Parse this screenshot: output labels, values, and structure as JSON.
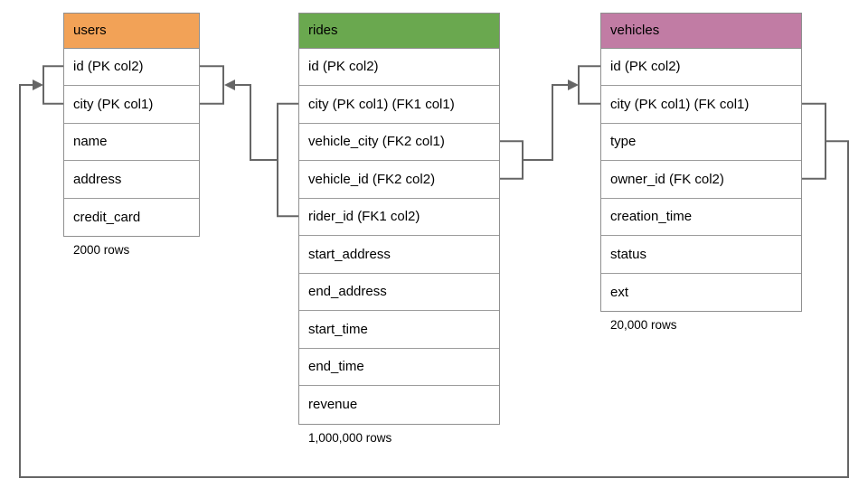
{
  "diagram": {
    "tables": [
      {
        "name": "users",
        "header_color": "#F2A257",
        "columns": [
          "id (PK col2)",
          "city (PK col1)",
          "name",
          "address",
          "credit_card"
        ],
        "row_count": "2000 rows"
      },
      {
        "name": "rides",
        "header_color": "#6AA84F",
        "columns": [
          "id (PK col2)",
          "city (PK col1) (FK1 col1)",
          "vehicle_city (FK2 col1)",
          "vehicle_id (FK2 col2)",
          "rider_id (FK1 col2)",
          "start_address",
          "end_address",
          "start_time",
          "end_time",
          "revenue"
        ],
        "row_count": "1,000,000 rows"
      },
      {
        "name": "vehicles",
        "header_color": "#C17CA4",
        "columns": [
          "id (PK col2)",
          "city (PK col1) (FK col1)",
          "type",
          "owner_id (FK col2)",
          "creation_time",
          "status",
          "ext"
        ],
        "row_count": "20,000 rows"
      }
    ],
    "relationships": [
      {
        "name": "rides-to-users",
        "label": "FK1",
        "from_columns": "rides.city, rides.rider_id",
        "to_columns": "users.id, users.city"
      },
      {
        "name": "rides-to-vehicles",
        "label": "FK2",
        "from_columns": "rides.vehicle_city, rides.vehicle_id",
        "to_columns": "vehicles.id, vehicles.city"
      },
      {
        "name": "vehicles-to-users",
        "label": "FK",
        "from_columns": "vehicles.city, vehicles.owner_id",
        "to_columns": "users.id, users.city"
      }
    ],
    "colors": {
      "users_header": "#F2A257",
      "rides_header": "#6AA84F",
      "vehicles_header": "#C17CA4",
      "connector_line": "#666666",
      "table_border": "#8F8F8F",
      "text": "#000000",
      "background": "#FFFFFF"
    }
  }
}
